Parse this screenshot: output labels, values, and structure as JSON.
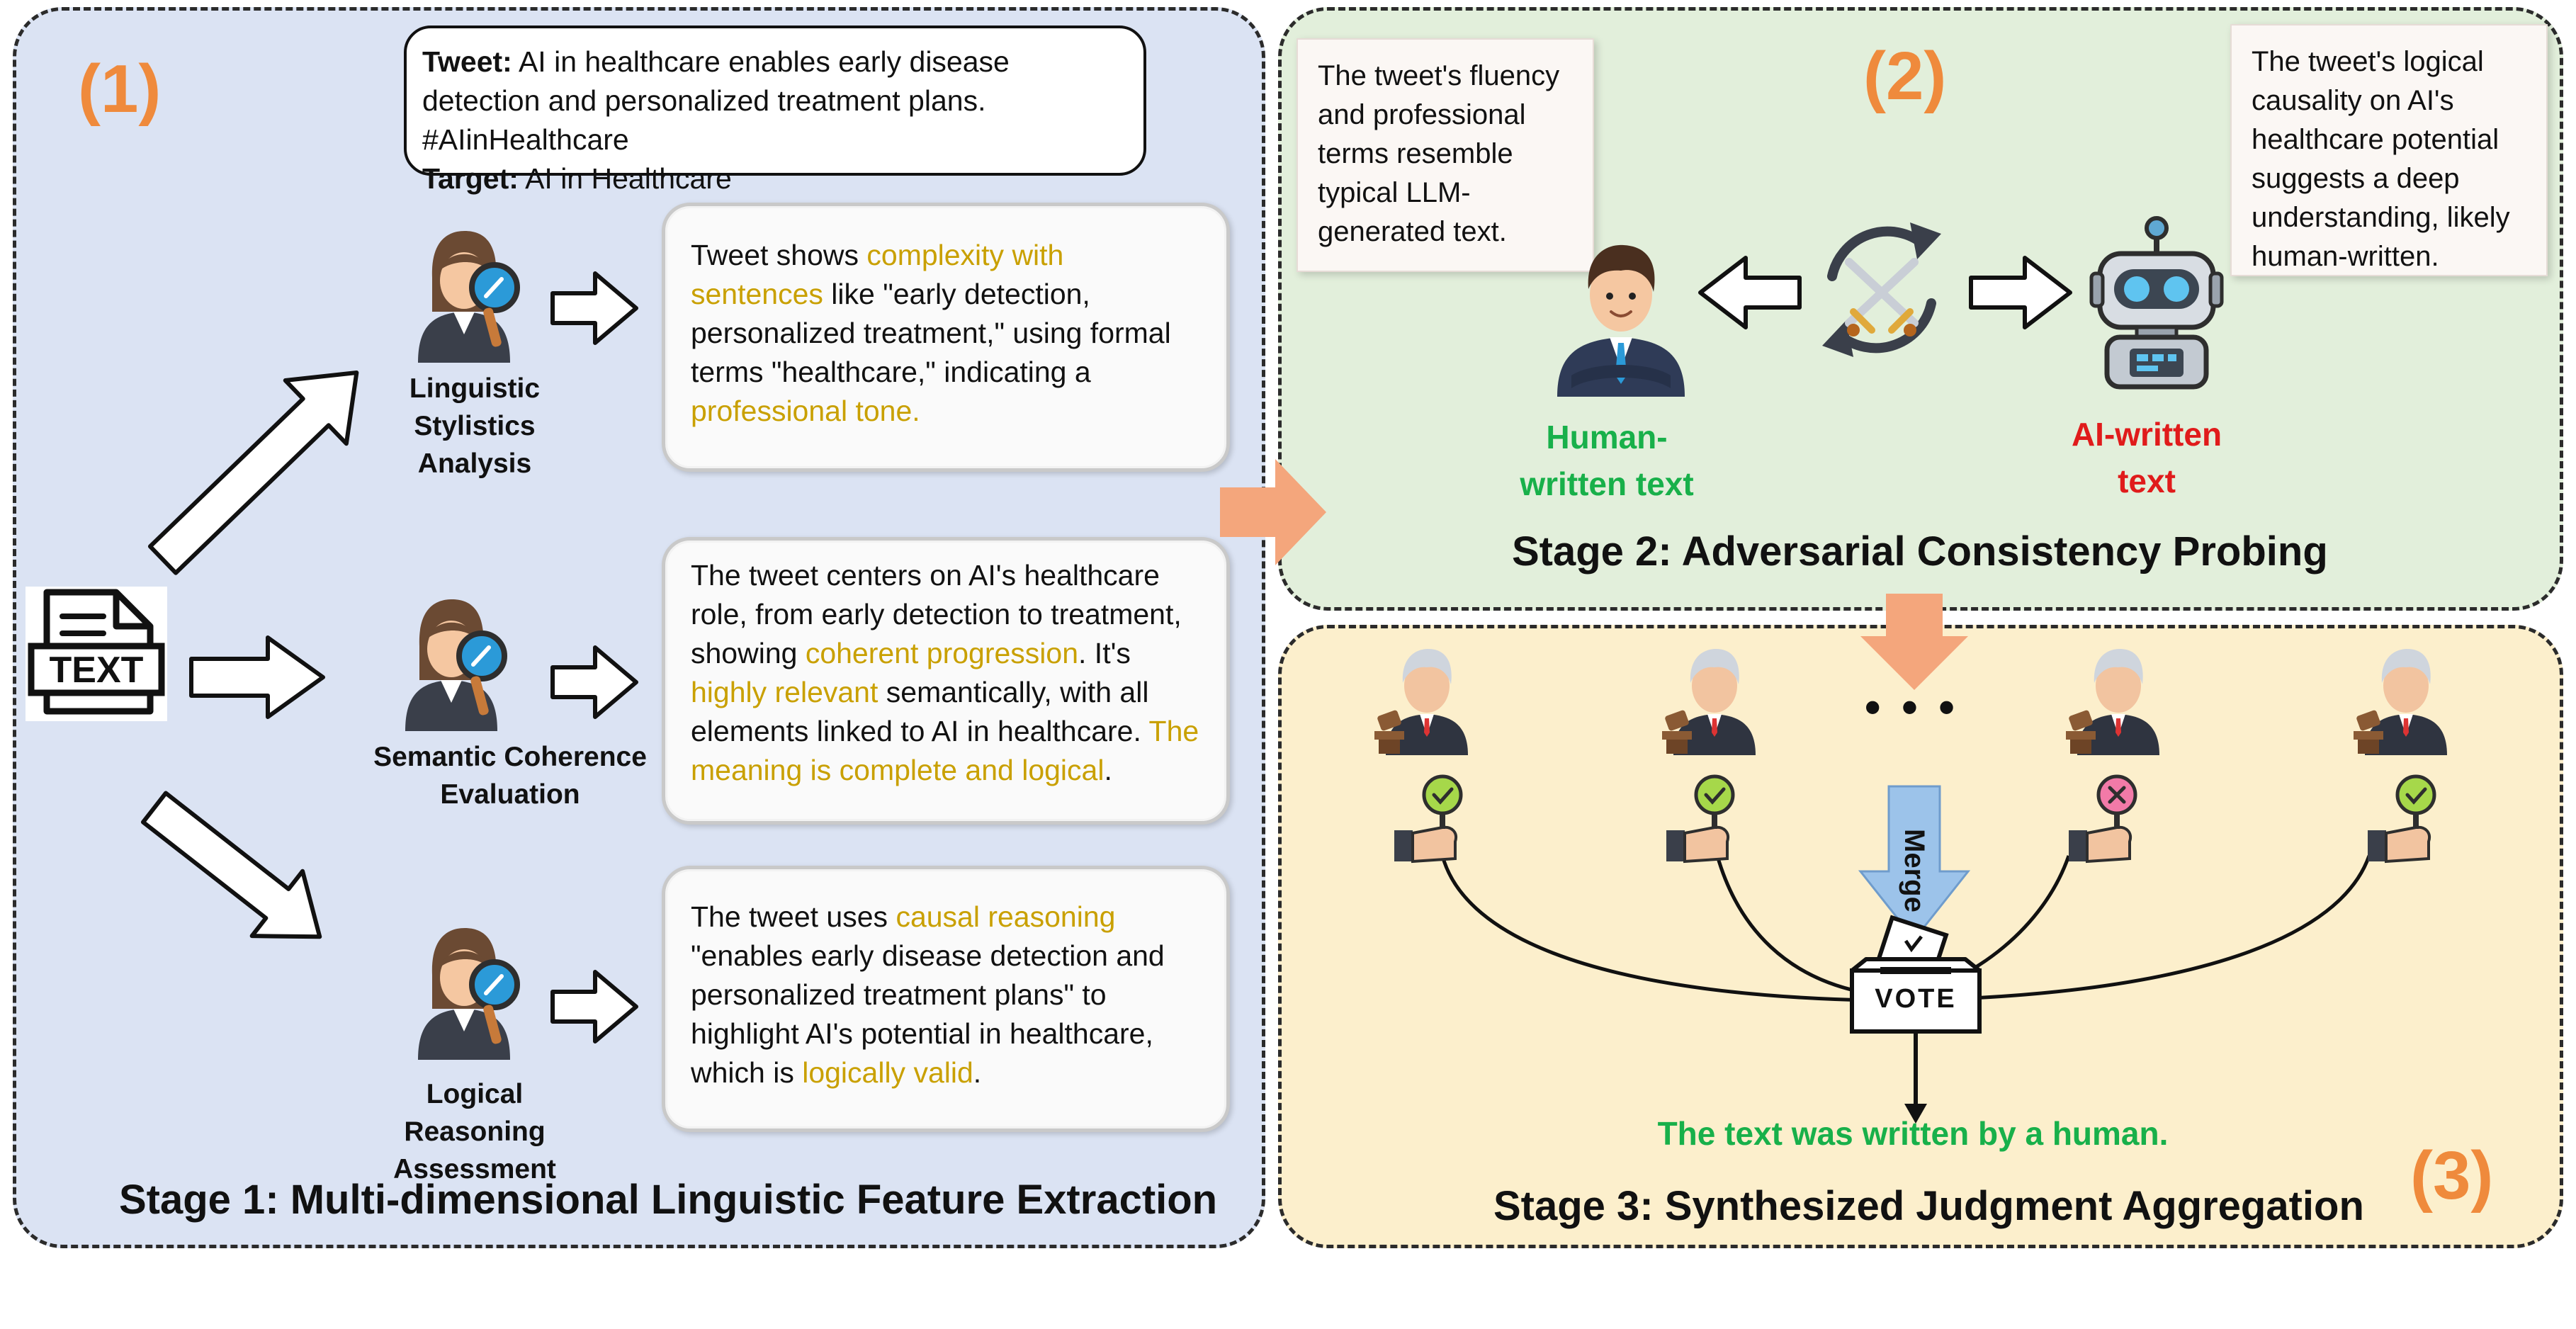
{
  "stage1": {
    "number": "(1)",
    "title": "Stage 1: Multi-dimensional Linguistic Feature Extraction",
    "input_icon_text": "TEXT",
    "tweet_label": "Tweet:",
    "tweet_text": "AI in healthcare enables early disease detection and personalized treatment plans. #AIinHealthcare",
    "target_label": "Target:",
    "target_text": "AI in Healthcare",
    "agents": [
      {
        "label": "Linguistic Stylistics Analysis",
        "parts": [
          {
            "text": "Tweet shows ",
            "highlight": false
          },
          {
            "text": "complexity with sentences",
            "highlight": true
          },
          {
            "text": " like \"early detection, personalized treatment,\" using formal terms \"healthcare,\" indicating a ",
            "highlight": false
          },
          {
            "text": "professional tone.",
            "highlight": true
          }
        ]
      },
      {
        "label": "Semantic Coherence Evaluation",
        "parts": [
          {
            "text": "The tweet centers on AI's healthcare role, from early detection to treatment, showing ",
            "highlight": false
          },
          {
            "text": "coherent progression",
            "highlight": true
          },
          {
            "text": ". It's ",
            "highlight": false
          },
          {
            "text": "highly relevant",
            "highlight": true
          },
          {
            "text": " semantically, with all elements linked to AI in healthcare. ",
            "highlight": false
          },
          {
            "text": "The meaning is complete and logical",
            "highlight": true
          },
          {
            "text": ".",
            "highlight": false
          }
        ]
      },
      {
        "label": "Logical Reasoning Assessment",
        "parts": [
          {
            "text": "The tweet uses ",
            "highlight": false
          },
          {
            "text": "causal reasoning",
            "highlight": true
          },
          {
            "text": " \"enables early disease detection and personalized treatment plans\" to highlight AI's potential in healthcare, which is ",
            "highlight": false
          },
          {
            "text": "logically valid",
            "highlight": true
          },
          {
            "text": ".",
            "highlight": false
          }
        ]
      }
    ]
  },
  "stage2": {
    "number": "(2)",
    "title": "Stage 2: Adversarial Consistency Probing",
    "human_note": "The tweet's fluency and professional terms resemble typical LLM-generated text.",
    "ai_note": "The tweet's logical causality on AI's healthcare potential suggests a deep understanding, likely human-written.",
    "human_label": "Human-written text",
    "ai_label": "AI-written text"
  },
  "stage3": {
    "number": "(3)",
    "title": "Stage 3: Synthesized Judgment Aggregation",
    "ellipsis": "• • •",
    "merge_label": "Merge",
    "vote_label": "VOTE",
    "result": "The text was written by a human.",
    "judges": [
      {
        "verdict": "check"
      },
      {
        "verdict": "check"
      },
      {
        "verdict": "cross"
      },
      {
        "verdict": "check"
      }
    ]
  },
  "colors": {
    "stage1_bg": "#dbe3f3",
    "stage2_bg": "#e2efdb",
    "stage3_bg": "#fcefcc",
    "accent_orange": "#ef8a3c",
    "highlight_gold": "#c9a000",
    "human_green": "#18b04a",
    "ai_red": "#e01b1b"
  }
}
